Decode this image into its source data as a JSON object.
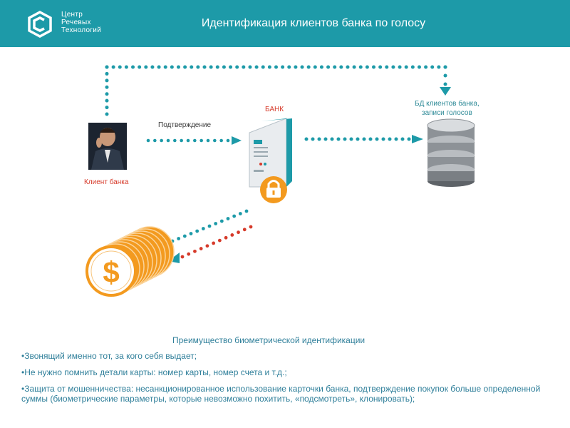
{
  "header": {
    "logo_lines": [
      "Центр",
      "Речевых",
      "Технологий"
    ],
    "title": "Идентификация клиентов банка по голосу"
  },
  "diagram": {
    "client_label": "Клиент банка",
    "confirmation_label": "Подтверждение",
    "bank_label": "БАНК",
    "db_label_line1": "БД клиентов банка,",
    "db_label_line2": "записи голосов",
    "coins_symbol": "$",
    "colors": {
      "teal": "#1d9aa8",
      "red": "#d63a2a",
      "orange": "#f39a1f"
    }
  },
  "advantages": {
    "title": "Преимущество биометрической идентификации",
    "items": [
      "•Звонящий именно тот, за кого себя выдает;",
      "•Не нужно помнить детали карты: номер карты, номер счета и т.д.;",
      "•Защита от мошенничества: несанкционированное использование карточки банка, подтверждение покупок больше определенной суммы (биометрические параметры, которые невозможно похитить, «подсмотреть», клонировать);"
    ]
  }
}
